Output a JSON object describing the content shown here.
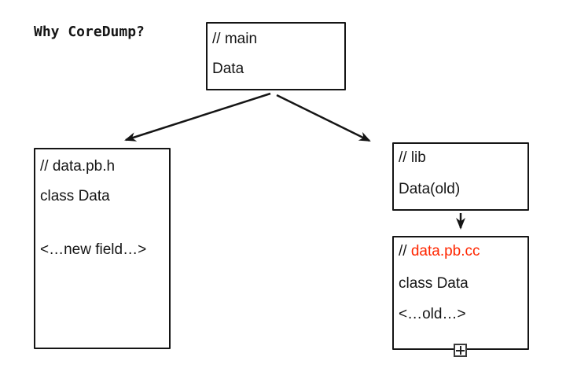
{
  "title": "Why CoreDump?",
  "colors": {
    "ink": "#151515",
    "accent_red": "#ff2600",
    "background": "#ffffff"
  },
  "nodes": {
    "main": {
      "lines": [
        "// main",
        "Data"
      ]
    },
    "data_pb_h": {
      "lines": [
        "// data.pb.h",
        "class Data",
        "<…new field…>"
      ]
    },
    "lib": {
      "lines": [
        "// lib",
        "Data(old)"
      ]
    },
    "data_pb_cc": {
      "comment": "// ",
      "filename": "data.pb.cc",
      "lines": [
        "class Data",
        "<…old…>"
      ]
    }
  },
  "edges": [
    {
      "from": "main",
      "to": "data_pb_h"
    },
    {
      "from": "main",
      "to": "lib"
    },
    {
      "from": "lib",
      "to": "data_pb_cc"
    }
  ],
  "icons": {
    "handle": "object-handle-icon"
  }
}
